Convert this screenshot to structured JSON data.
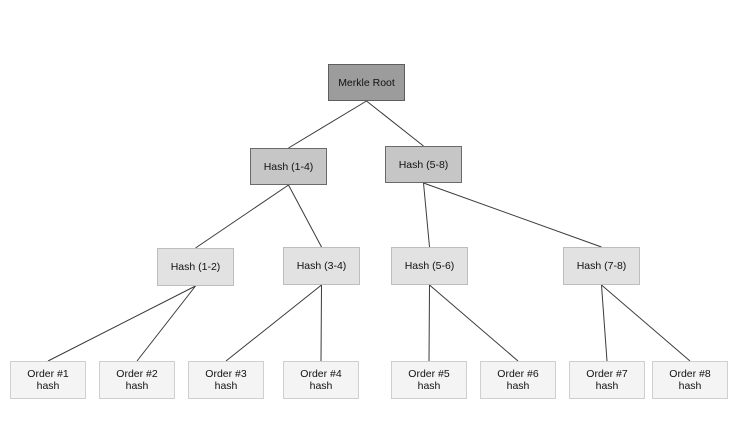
{
  "nodes": {
    "root": {
      "label": "Merkle Root",
      "color": "#9c9c9c"
    },
    "h14": {
      "label": "Hash (1-4)",
      "color": "#c6c6c6"
    },
    "h58": {
      "label": "Hash (5-8)",
      "color": "#c6c6c6"
    },
    "h12": {
      "label": "Hash (1-2)",
      "color": "#e2e2e2"
    },
    "h34": {
      "label": "Hash (3-4)",
      "color": "#e2e2e2"
    },
    "h56": {
      "label": "Hash (5-6)",
      "color": "#e2e2e2"
    },
    "h78": {
      "label": "Hash (7-8)",
      "color": "#e2e2e2"
    },
    "o1": {
      "label": "Order #1\nhash",
      "color": "#f4f4f4"
    },
    "o2": {
      "label": "Order #2\nhash",
      "color": "#f4f4f4"
    },
    "o3": {
      "label": "Order #3\nhash",
      "color": "#f4f4f4"
    },
    "o4": {
      "label": "Order #4\nhash",
      "color": "#f4f4f4"
    },
    "o5": {
      "label": "Order #5\nhash",
      "color": "#f4f4f4"
    },
    "o6": {
      "label": "Order #6\nhash",
      "color": "#f4f4f4"
    },
    "o7": {
      "label": "Order #7\nhash",
      "color": "#f4f4f4"
    },
    "o8": {
      "label": "Order #8\nhash",
      "color": "#f4f4f4"
    }
  },
  "edges": [
    [
      "root",
      "h14"
    ],
    [
      "root",
      "h58"
    ],
    [
      "h14",
      "h12"
    ],
    [
      "h14",
      "h34"
    ],
    [
      "h58",
      "h56"
    ],
    [
      "h58",
      "h78"
    ],
    [
      "h12",
      "o1"
    ],
    [
      "h12",
      "o2"
    ],
    [
      "h34",
      "o3"
    ],
    [
      "h34",
      "o4"
    ],
    [
      "h56",
      "o5"
    ],
    [
      "h56",
      "o6"
    ],
    [
      "h78",
      "o7"
    ],
    [
      "h78",
      "o8"
    ]
  ]
}
